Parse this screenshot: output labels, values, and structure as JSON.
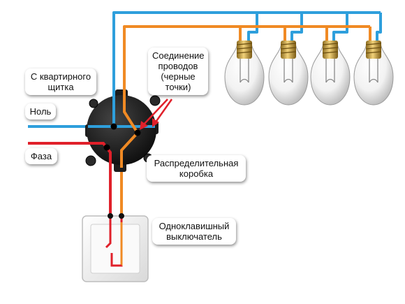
{
  "labels": {
    "from_panel": "С квартирного\nщитка",
    "neutral": "Ноль",
    "phase": "Фаза",
    "connection": "Соединение\nпроводов\n(черные\nточки)",
    "junction_box": "Распределительная\nкоробка",
    "switch": "Одноклавишный\nвыключатель"
  },
  "colors": {
    "neutral_wire": "#2e9fdc",
    "switched_wire": "#f08a24",
    "phase_wire": "#e0202a",
    "box_body": "#1c1c1c",
    "switch_plate": "#f4f4f4",
    "pointer_arrow": "#e0202a"
  },
  "icons": {
    "lamp": "incandescent-bulb-icon",
    "box": "junction-box-icon",
    "switch": "single-key-switch-icon"
  },
  "lamp_count": 4
}
